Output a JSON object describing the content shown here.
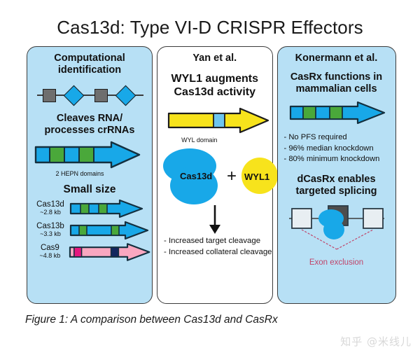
{
  "figure": {
    "title": "Cas13d: Type VI-D CRISPR Effectors",
    "caption": "Figure 1: A comparison between Cas13d and CasRx",
    "watermark": "知乎 @米线儿"
  },
  "colors": {
    "panel_blue": "#b7e0f5",
    "panel_white": "#ffffff",
    "border": "#3b3b3b",
    "cyan": "#18a8e8",
    "green": "#4aa83a",
    "yellow": "#f7e31c",
    "pink": "#f9a7c0",
    "magenta": "#e5177f",
    "navy": "#12265e",
    "gray": "#6e6e6e",
    "exon_text": "#c0456a"
  },
  "panels": [
    {
      "id": "computational-identification",
      "header": "Computational identification",
      "header_lines": [
        "Computational",
        "identification"
      ],
      "sections": [
        {
          "id": "domain-chain",
          "graphic": "square-diamond-chain",
          "nodes": [
            "square",
            "diamond",
            "square",
            "diamond"
          ]
        },
        {
          "id": "cleaves-rna",
          "title_lines": [
            "Cleaves RNA/",
            "processes crRNAs"
          ],
          "graphic": "hepn-arrow",
          "caption": "2 HEPN domains"
        },
        {
          "id": "small-size",
          "title_lines": [
            "Small size"
          ],
          "items": [
            {
              "name": "Cas13d",
              "size": "~2.8 kb",
              "arrow": "cas13d"
            },
            {
              "name": "Cas13b",
              "size": "~3.3 kb",
              "arrow": "cas13b"
            },
            {
              "name": "Cas9",
              "size": "~4.8 kb",
              "arrow": "cas9"
            }
          ]
        }
      ]
    },
    {
      "id": "yan-et-al",
      "header": "Yan et al.",
      "sections": [
        {
          "id": "wyl1-augments",
          "title_lines": [
            "WYL1 augments",
            "Cas13d activity"
          ],
          "graphic": "wyl-arrow",
          "caption": "WYL domain"
        },
        {
          "id": "complex",
          "blob_label": "Cas13d",
          "plus": "+",
          "circle_label": "WYL1"
        },
        {
          "id": "outcomes",
          "bullets": [
            "- Increased target cleavage",
            "- Increased collateral cleavage"
          ]
        }
      ]
    },
    {
      "id": "konermann-et-al",
      "header": "Konermann et al.",
      "sections": [
        {
          "id": "casrx-mammalian",
          "title_lines": [
            "CasRx functions in",
            "mammalian cells"
          ],
          "graphic": "casrx-arrow",
          "bullets": [
            "- No PFS required",
            "- 96% median knockdown",
            "- 80% minimum knockdown"
          ]
        },
        {
          "id": "dcasrx-splicing",
          "title_lines": [
            "dCasRx enables",
            "targeted splicing"
          ],
          "graphic": "exon-diagram",
          "caption": "Exon exclusion"
        }
      ]
    }
  ]
}
